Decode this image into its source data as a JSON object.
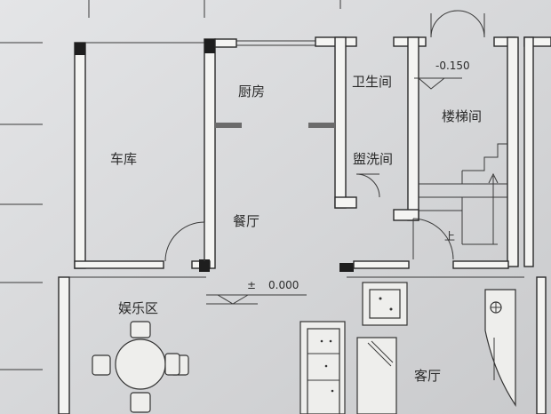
{
  "rooms": {
    "garage": "车库",
    "kitchen": "厨房",
    "toilet": "卫生间",
    "washroom": "盥洗间",
    "stairwell": "楼梯间",
    "dining": "餐厅",
    "recreation": "娱乐区",
    "living": "客厅"
  },
  "levels": {
    "stair_level": "-0.150",
    "floor_level": "0.000",
    "floor_sign": "±"
  },
  "stair_direction": "上"
}
